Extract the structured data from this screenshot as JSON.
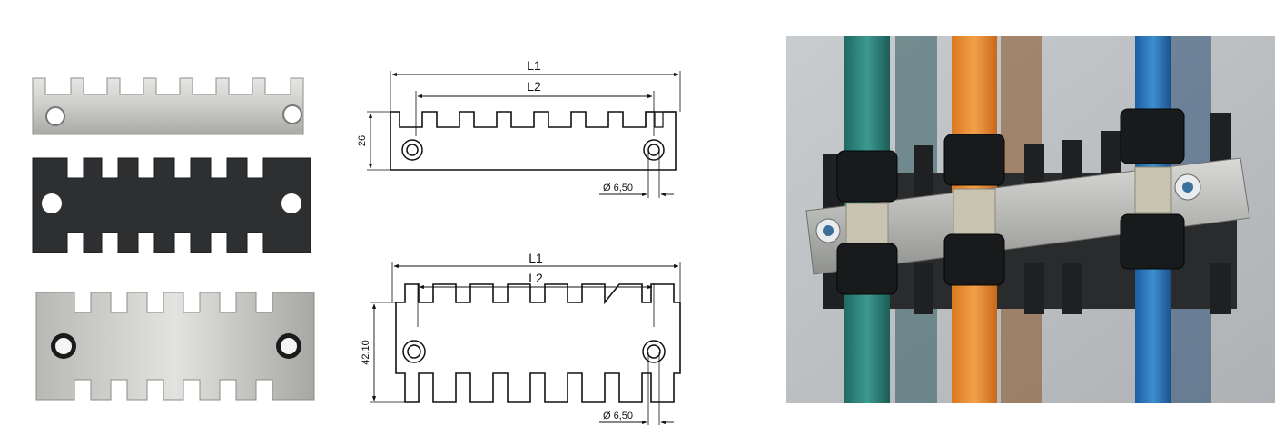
{
  "drawing_top": {
    "label_overall_length": "L1",
    "label_hole_spacing": "L2",
    "label_height": "26",
    "label_hole_diameter": "Ø 6,50"
  },
  "drawing_bottom": {
    "label_overall_length": "L1",
    "label_hole_spacing": "L2",
    "label_height": "42,10",
    "label_hole_diameter": "Ø 6,50"
  }
}
